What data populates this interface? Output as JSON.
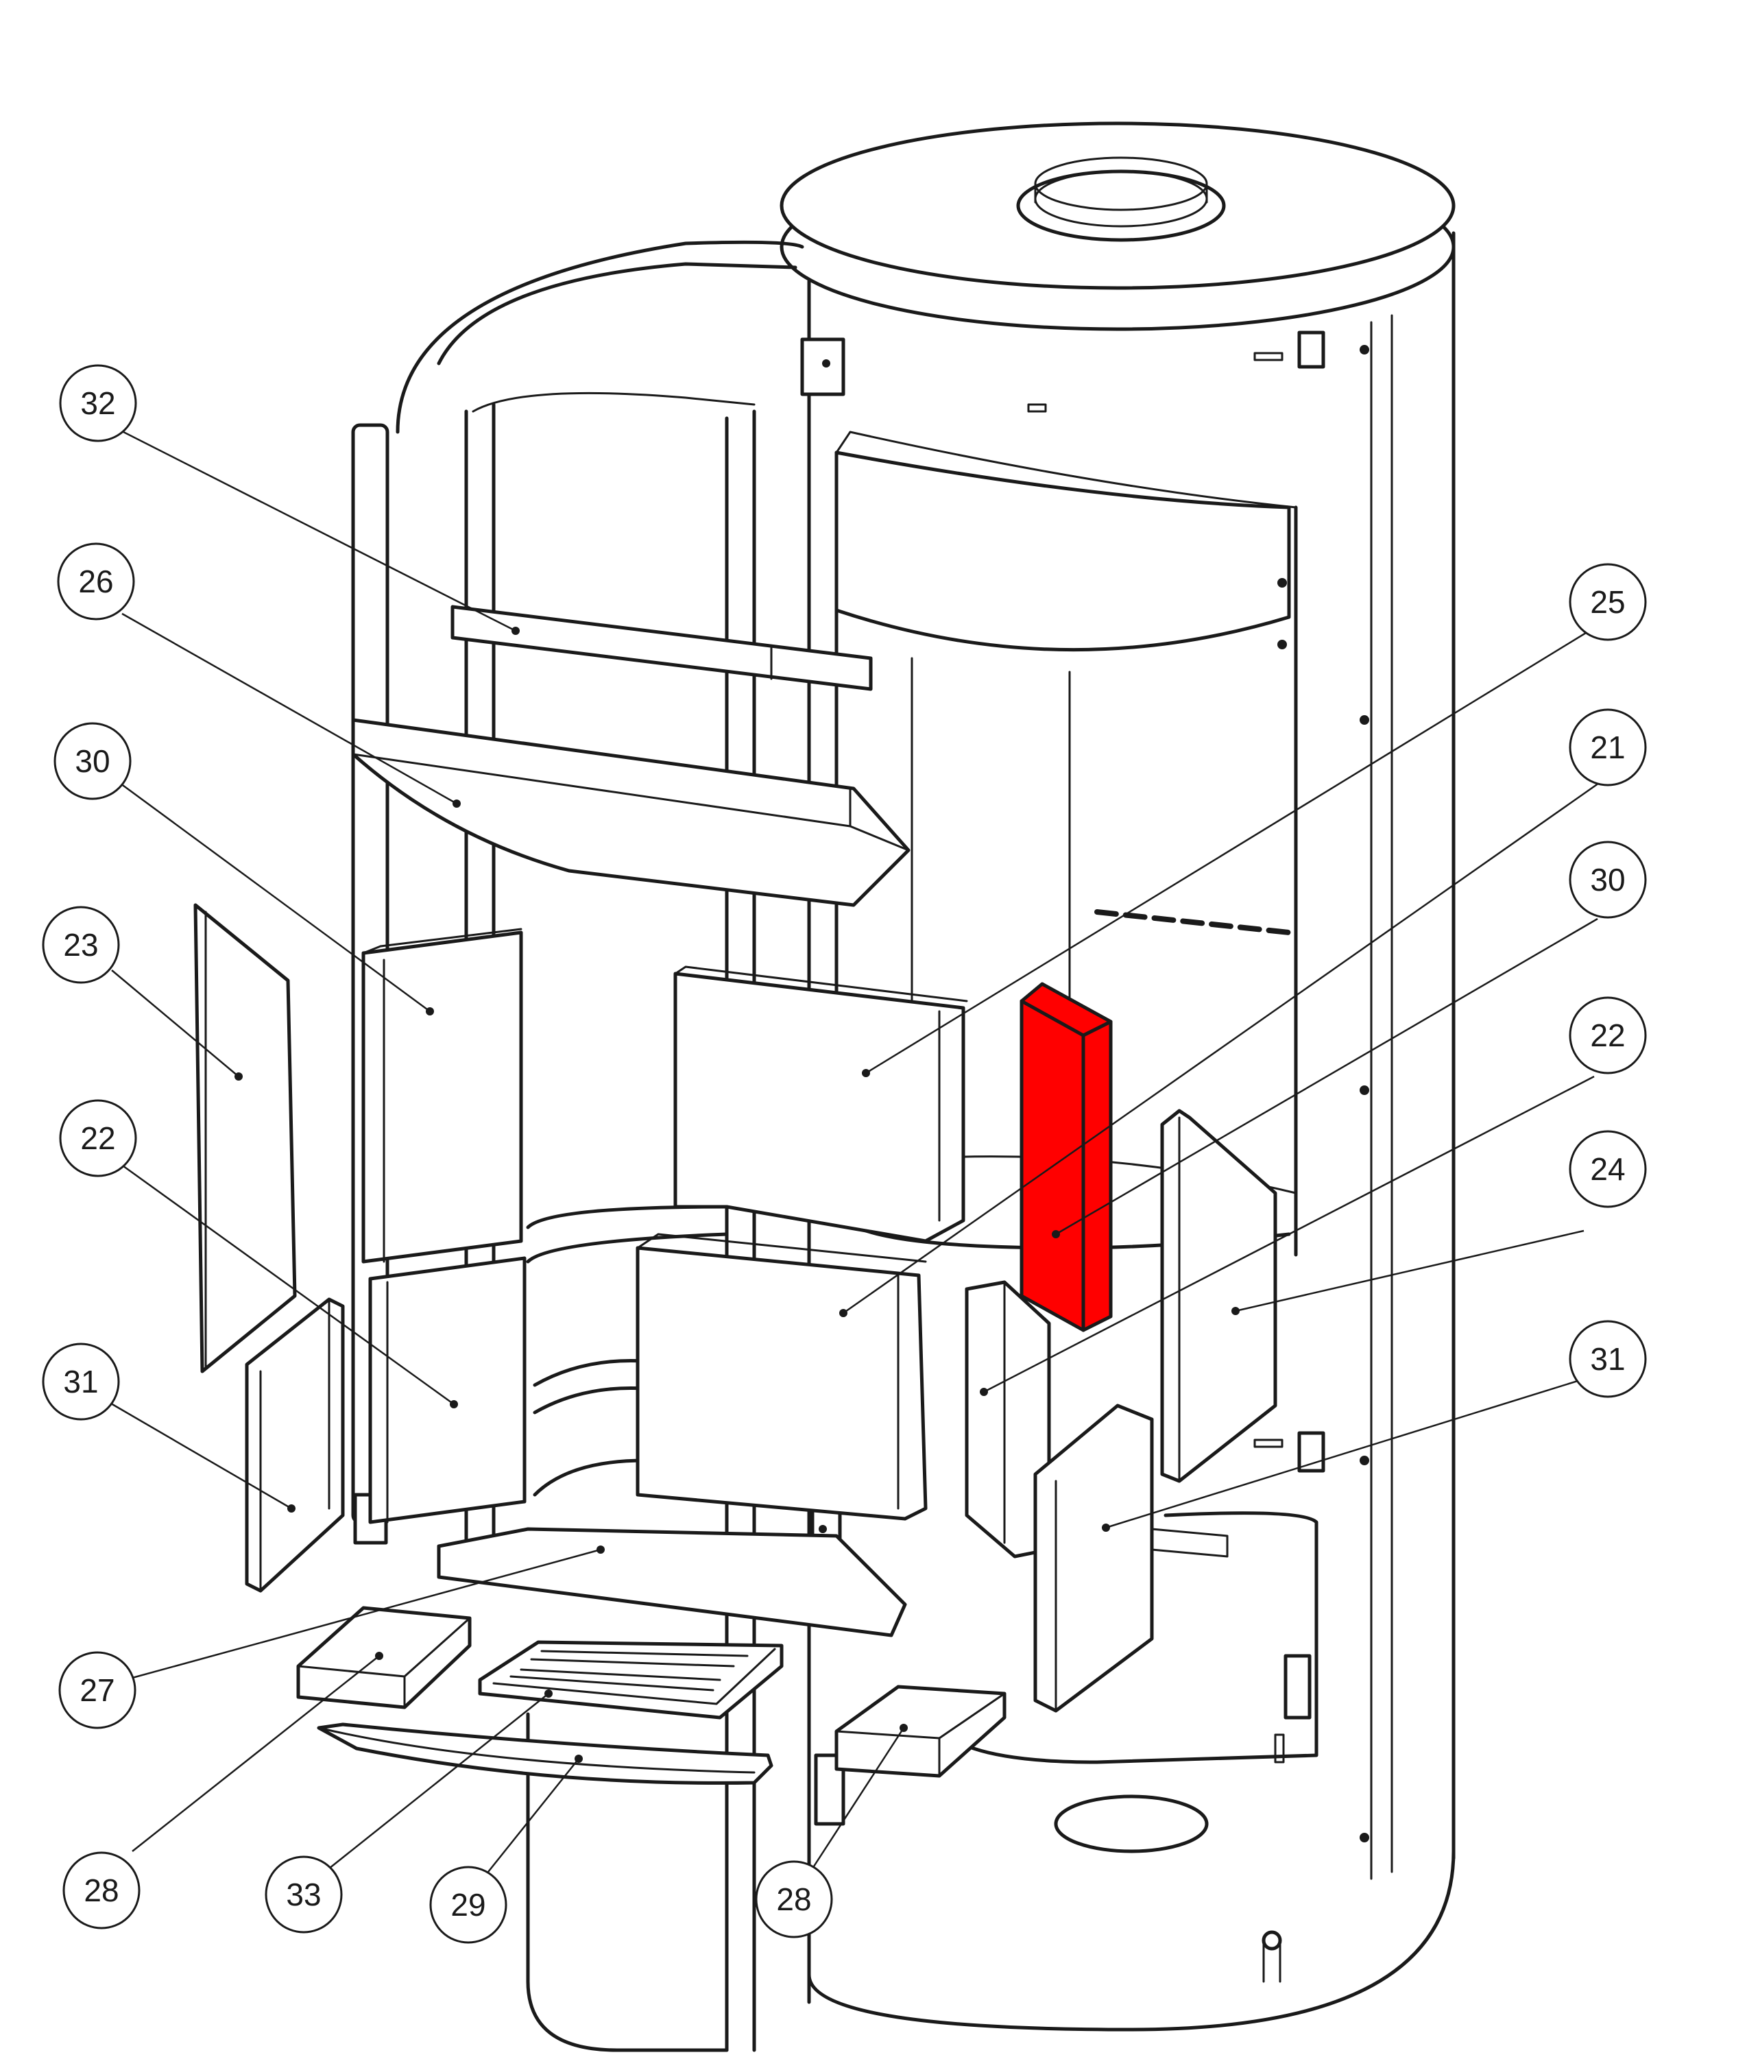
{
  "diagram": {
    "highlight_color": "#ff0000",
    "callouts": [
      {
        "id": "c32a",
        "label": "32"
      },
      {
        "id": "c26",
        "label": "26"
      },
      {
        "id": "c30a",
        "label": "30"
      },
      {
        "id": "c23",
        "label": "23"
      },
      {
        "id": "c22a",
        "label": "22"
      },
      {
        "id": "c31a",
        "label": "31"
      },
      {
        "id": "c27",
        "label": "27"
      },
      {
        "id": "c28a",
        "label": "28"
      },
      {
        "id": "c33",
        "label": "33"
      },
      {
        "id": "c29",
        "label": "29"
      },
      {
        "id": "c28b",
        "label": "28"
      },
      {
        "id": "c25",
        "label": "25"
      },
      {
        "id": "c21",
        "label": "21"
      },
      {
        "id": "c30b",
        "label": "30"
      },
      {
        "id": "c22b",
        "label": "22"
      },
      {
        "id": "c24",
        "label": "24"
      },
      {
        "id": "c31b",
        "label": "31"
      }
    ]
  }
}
